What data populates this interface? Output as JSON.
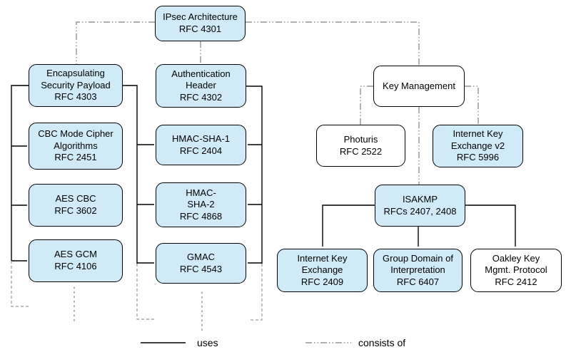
{
  "colors": {
    "node_blue": "#d0eaf8",
    "node_white": "#ffffff",
    "connector": "#000000",
    "consists_gray": "#7f7f7f",
    "continuation_gray": "#999999"
  },
  "nodes": {
    "ipsec": "IPsec Architecture\nRFC 4301",
    "esp": "Encapsulating\nSecurity Payload\nRFC 4303",
    "cbc": "CBC Mode Cipher\nAlgorithms\nRFC 2451",
    "aes_cbc": "AES CBC\nRFC 3602",
    "aes_gcm": "AES GCM\nRFC 4106",
    "ah": "Authentication\nHeader\nRFC 4302",
    "hmac_sha1": "HMAC-SHA-1\nRFC 2404",
    "hmac_sha2": "HMAC-\nSHA-2\nRFC 4868",
    "gmac": "GMAC\nRFC 4543",
    "key_mgmt": "Key Management",
    "photuris": "Photuris\nRFC 2522",
    "ikev2": "Internet Key\nExchange v2\nRFC 5996",
    "isakmp": "ISAKMP\nRFCs 2407, 2408",
    "ike": "Internet Key\nExchange\nRFC 2409",
    "gdoi": "Group Domain of\nInterpretation\nRFC 6407",
    "oakley": "Oakley Key\nMgmt. Protocol\nRFC 2412"
  },
  "legend": {
    "uses": "uses",
    "consists_of": "consists of"
  }
}
